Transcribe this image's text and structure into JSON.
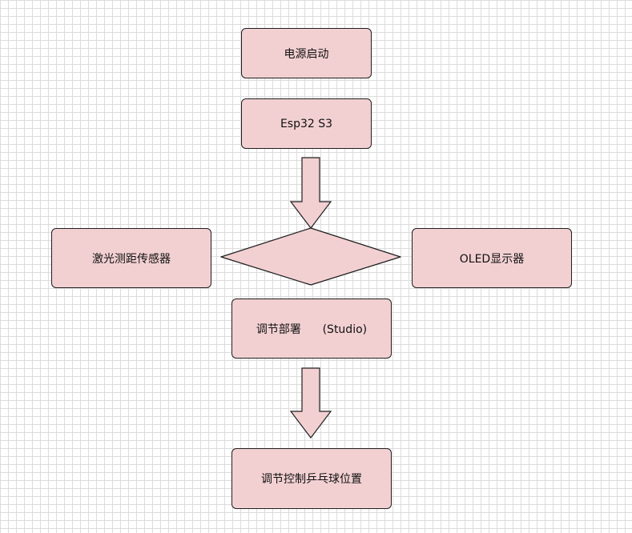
{
  "diagram": {
    "nodes": {
      "power_on": "电源启动",
      "esp32": "Esp32 S3",
      "laser_sensor": "激光测距传感器",
      "oled": "OLED显示器",
      "tuning": "调节部署      (Studio)",
      "control": "调节控制乒乓球位置"
    },
    "colors": {
      "node_fill": "#f2d0d2",
      "stroke": "#1f1f1f",
      "grid": "#dcdcdc"
    }
  }
}
